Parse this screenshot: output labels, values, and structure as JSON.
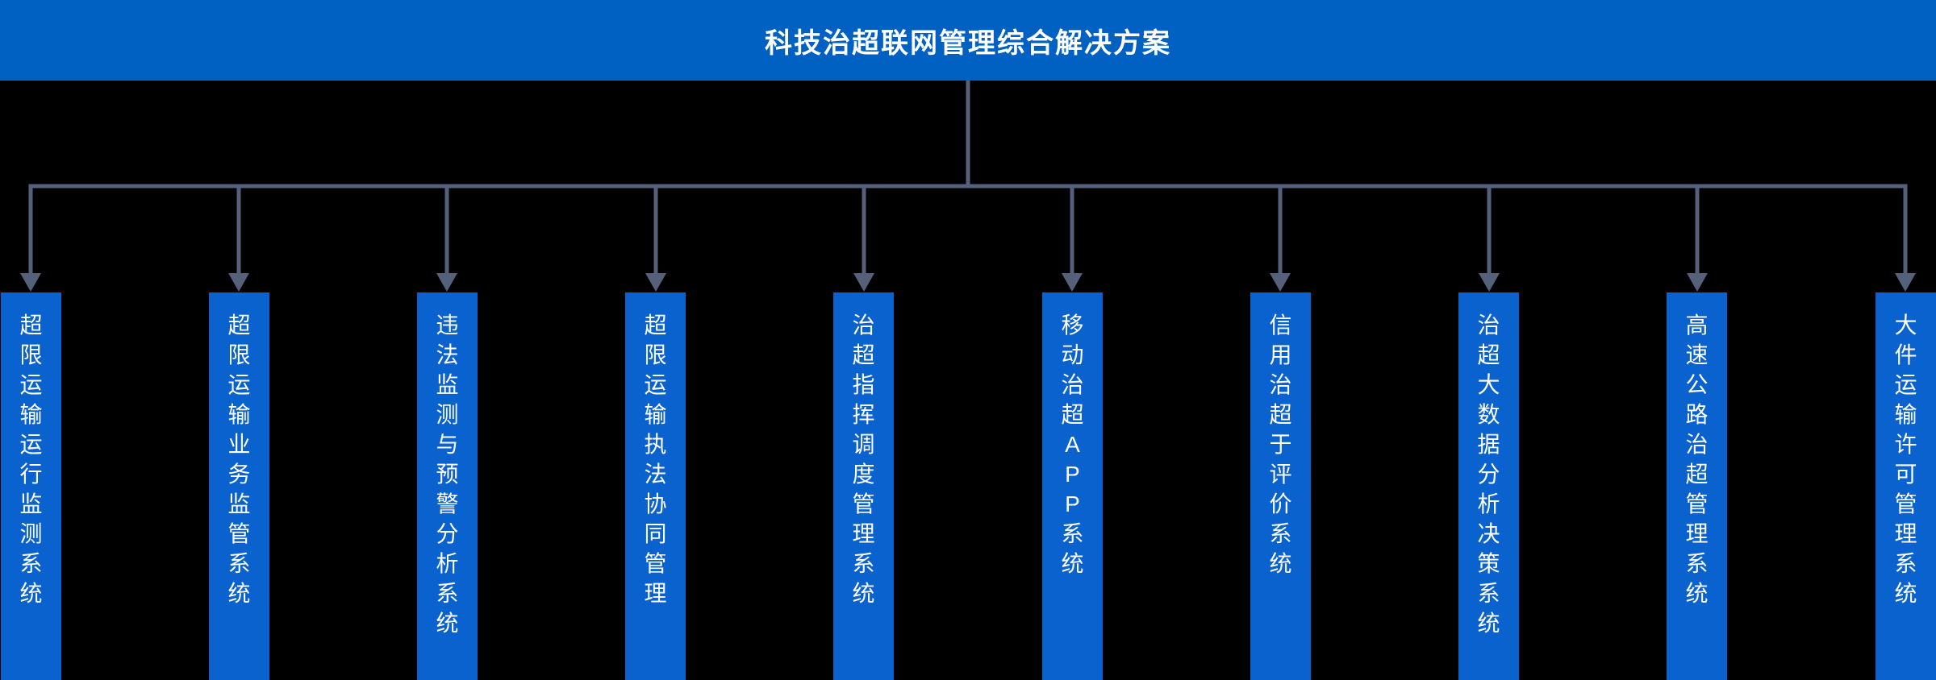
{
  "header": {
    "title": "科技治超联网管理综合解决方案"
  },
  "colors": {
    "background": "#000000",
    "header_bg": "#0061C2",
    "box_bg": "#0962CD",
    "connector": "#55607A",
    "text": "#FFFFFF"
  },
  "systems": [
    {
      "label": "超限运输运行监测系统"
    },
    {
      "label": "超限运输业务监管系统"
    },
    {
      "label": "违法监测与预警分析系统"
    },
    {
      "label": "超限运输执法协同管理"
    },
    {
      "label": "治超指挥调度管理系统"
    },
    {
      "label": "移动治超APP系统"
    },
    {
      "label": "信用治超于评价系统"
    },
    {
      "label": "治超大数据分析决策系统"
    },
    {
      "label": "高速公路治超管理系统"
    },
    {
      "label": "大件运输许可管理系统"
    }
  ]
}
